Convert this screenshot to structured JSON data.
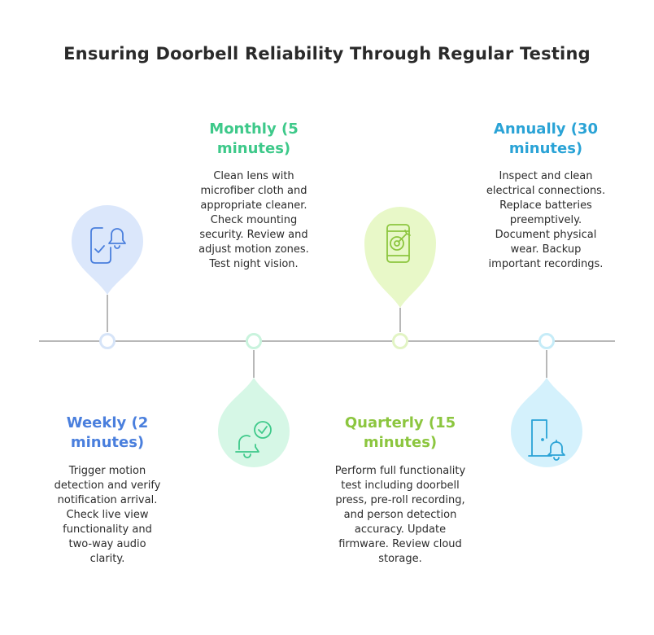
{
  "title": "Ensuring Doorbell Reliability Through Regular Testing",
  "colors": {
    "weekly": "#4a7fdd",
    "monthly": "#3ec98a",
    "quarterly": "#8cc63f",
    "annually": "#2aa3d6",
    "timeline": "#b8b8b8"
  },
  "stages": [
    {
      "id": "weekly",
      "heading": "Weekly (2 minutes)",
      "heading_lines": [
        "Weekly (2",
        "minutes)"
      ],
      "body_lines": [
        "Trigger motion",
        "detection and verify",
        "notification arrival.",
        "Check live view",
        "functionality and",
        "two-way audio",
        "clarity."
      ],
      "icon": "phone-bell-check-icon"
    },
    {
      "id": "monthly",
      "heading": "Monthly (5 minutes)",
      "heading_lines": [
        "Monthly (5",
        "minutes)"
      ],
      "body_lines": [
        "Clean lens with",
        "microfiber cloth and",
        "appropriate cleaner.",
        "Check mounting",
        "security. Review and",
        "adjust motion zones.",
        "Test night vision."
      ],
      "icon": "bell-check-icon"
    },
    {
      "id": "quarterly",
      "heading": "Quarterly (15 minutes)",
      "heading_lines": [
        "Quarterly (15",
        "minutes)"
      ],
      "body_lines": [
        "Perform full functionality",
        "test including doorbell",
        "press, pre-roll recording,",
        "and person detection",
        "accuracy. Update",
        "firmware. Review cloud",
        "storage."
      ],
      "icon": "phone-target-icon"
    },
    {
      "id": "annually",
      "heading": "Annually (30 minutes)",
      "heading_lines": [
        "Annually (30",
        "minutes)"
      ],
      "body_lines": [
        "Inspect and clean",
        "electrical connections.",
        "Replace batteries",
        "preemptively.",
        "Document physical",
        "wear. Backup",
        "important recordings."
      ],
      "icon": "door-bell-icon"
    }
  ]
}
